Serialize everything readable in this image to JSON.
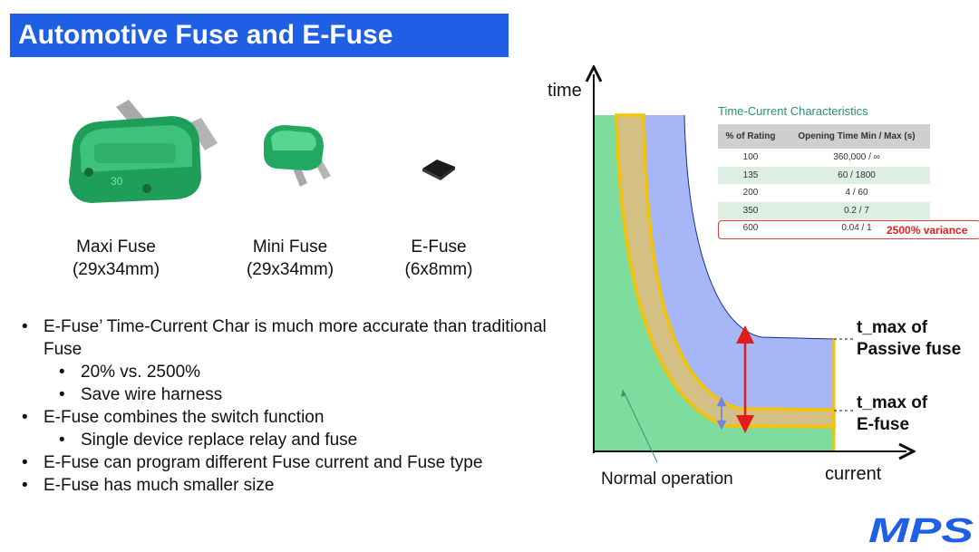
{
  "title": "Automotive Fuse and E-Fuse",
  "fuses": [
    {
      "name": "Maxi Fuse",
      "size": "(29x34mm)",
      "marking": "30"
    },
    {
      "name": "Mini Fuse",
      "size": "(29x34mm)"
    },
    {
      "name": "E-Fuse",
      "size": "(6x8mm)"
    }
  ],
  "bullets": [
    {
      "text": "E-Fuse’ Time-Current Char is much more accurate than traditional Fuse",
      "level": 1
    },
    {
      "text": "20% vs. 2500%",
      "level": 2
    },
    {
      "text": "Save wire harness",
      "level": 2
    },
    {
      "text": "E-Fuse combines the switch function",
      "level": 1
    },
    {
      "text": "Single device replace relay and fuse",
      "level": 2
    },
    {
      "text": "E-Fuse can program different Fuse current and Fuse type",
      "level": 1
    },
    {
      "text": "E-Fuse has much smaller size",
      "level": 1
    }
  ],
  "chart": {
    "y_axis_label": "time",
    "x_axis_label": "current",
    "callout_passive": [
      "t_max of",
      "Passive fuse"
    ],
    "callout_efuse": [
      "t_max of",
      "E-fuse"
    ],
    "normal_operation_label": "Normal operation",
    "colors": {
      "normal_region": "#7fdc9f",
      "passive_band": "#a6b6f7",
      "efuse_band": "#d4bf84",
      "efuse_border": "#f5c400",
      "passive_arrow": "#e21b1b",
      "efuse_arrow": "#6e86e8"
    }
  },
  "table": {
    "title": "Time-Current Characteristics",
    "headers": [
      "% of Rating",
      "Opening Time Min / Max (s)"
    ],
    "rows": [
      [
        "100",
        "360,000 / ∞"
      ],
      [
        "135",
        "60  / 1800"
      ],
      [
        "200",
        "4  / 60"
      ],
      [
        "350",
        "0.2  / 7"
      ],
      [
        "600",
        "0.04 / 1"
      ]
    ],
    "highlight_note": "2500% variance"
  },
  "logo_text": "MPS",
  "brand_colors": {
    "accent": "#1f5fe6"
  }
}
